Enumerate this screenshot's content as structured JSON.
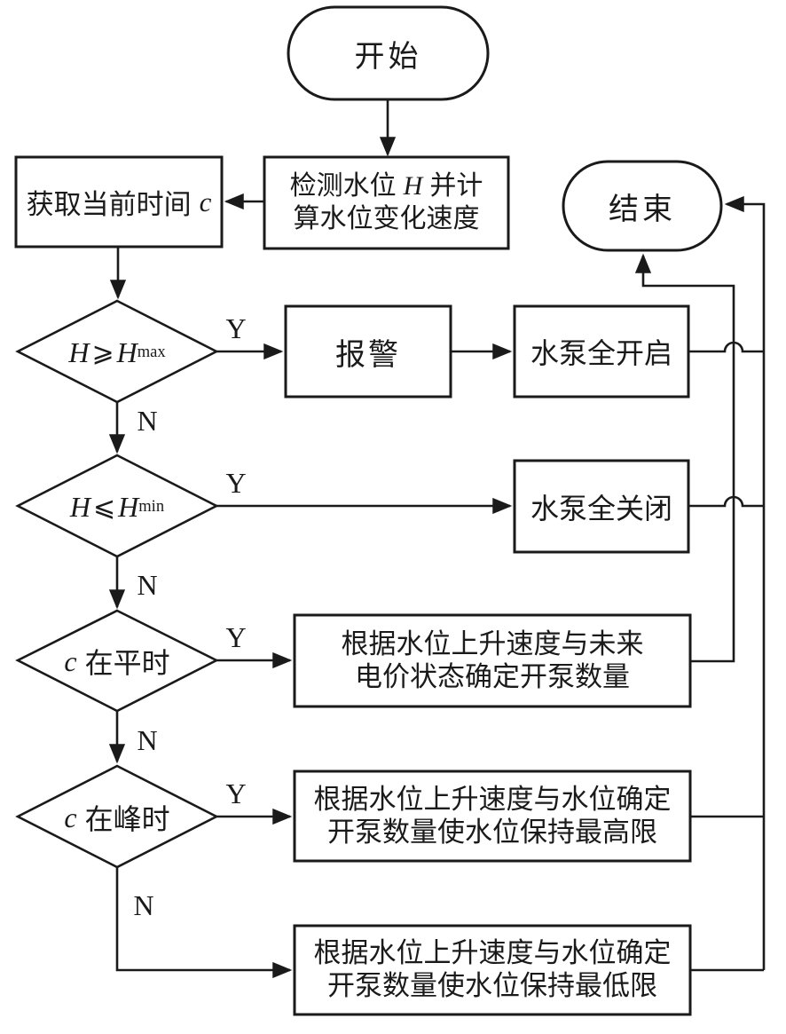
{
  "colors": {
    "line": "#1a1a1a",
    "background": "#ffffff",
    "text": "#1a1a1a"
  },
  "labels": {
    "yes": "Y",
    "no": "N"
  },
  "nodes": {
    "start": {
      "label": "开始"
    },
    "end": {
      "label": "结束"
    },
    "detect": {
      "line1_pre": "检测水位",
      "line1_var": "H",
      "line1_post": "并计",
      "line2": "算水位变化速度"
    },
    "get_time": {
      "text": "获取当前时间",
      "var": "c"
    },
    "d1": {
      "lhs": "H",
      "op": "⩾",
      "rhs": "H",
      "sub": "max"
    },
    "d2": {
      "lhs": "H",
      "op": "⩽",
      "rhs": "H",
      "sub": "min"
    },
    "d3": {
      "var": "c",
      "text": "在平时"
    },
    "d4": {
      "var": "c",
      "text": "在峰时"
    },
    "alarm": {
      "label": "报警"
    },
    "pumps_on": {
      "label": "水泵全开启"
    },
    "pumps_off": {
      "label": "水泵全关闭"
    },
    "offpeak": {
      "line1": "根据水位上升速度与未来",
      "line2": "电价状态确定开泵数量"
    },
    "peak": {
      "line1": "根据水位上升速度与水位确定",
      "line2": "开泵数量使水位保持最高限"
    },
    "valley": {
      "line1": "根据水位上升速度与水位确定",
      "line2": "开泵数量使水位保持最低限"
    }
  }
}
